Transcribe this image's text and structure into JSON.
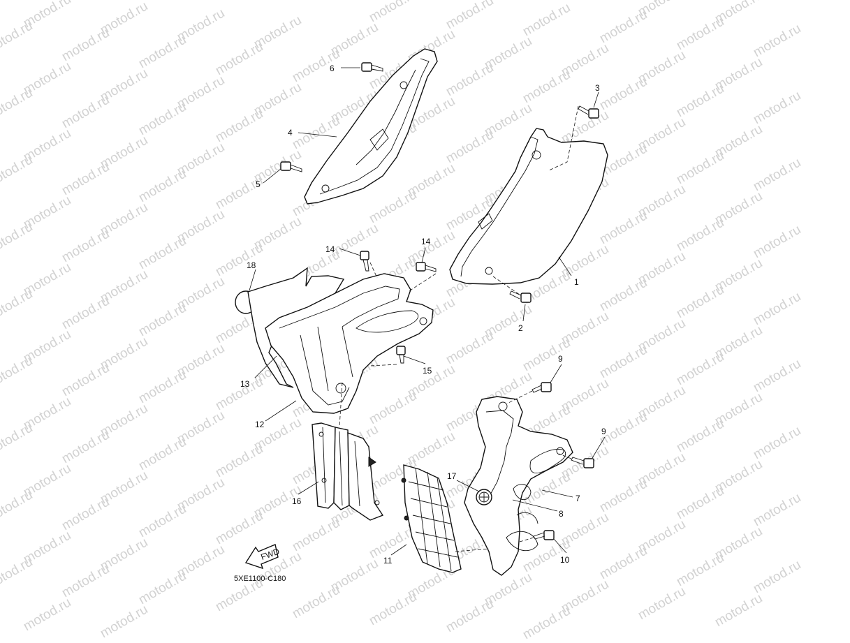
{
  "watermark": "motod.ru",
  "diagram_code": "5XE1100-C180",
  "fwd_label": "FWD",
  "callouts": {
    "c1": "1",
    "c2": "2",
    "c3": "3",
    "c4": "4",
    "c5": "5",
    "c6": "6",
    "c7": "7",
    "c8": "8",
    "c9a": "9",
    "c9b": "9",
    "c10": "10",
    "c11": "11",
    "c12": "12",
    "c13": "13",
    "c14a": "14",
    "c14b": "14",
    "c15": "15",
    "c16": "16",
    "c17": "17",
    "c18": "18"
  },
  "colors": {
    "line": "#111111",
    "watermark": "#d2d2d2",
    "background": "#ffffff"
  }
}
